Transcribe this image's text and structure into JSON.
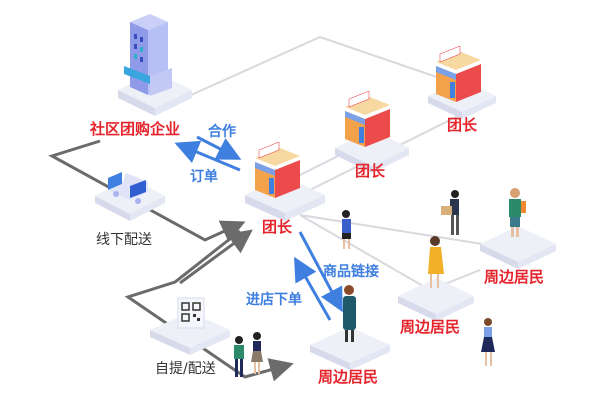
{
  "colors": {
    "red_label": "#e5242c",
    "blue_label": "#3f7fe0",
    "gray_line": "#6b6b6b",
    "light_line": "#d8d8de",
    "platform": "#eef0f8",
    "platform_side": "#d7daeb",
    "store_red": "#ec4b4b",
    "store_roof": "#f7d8a0",
    "building": "#a9b3f0"
  },
  "nodes": {
    "enterprise": {
      "label": "社区团购企业",
      "icon": "office-building-icon"
    },
    "leader_main": {
      "label": "团长",
      "icon": "store-icon"
    },
    "leader_mid": {
      "label": "团长",
      "icon": "store-icon"
    },
    "leader_top": {
      "label": "团长",
      "icon": "store-icon"
    },
    "offline_delivery": {
      "label": "线下配送",
      "icon": "delivery-truck-icon"
    },
    "pickup_delivery": {
      "label": "自提/配送",
      "icon": "qr-code-icon"
    },
    "resident_bottom": {
      "label": "周边居民",
      "icon": "person-icon"
    },
    "resident_mid": {
      "label": "周边居民",
      "icon": "person-icon"
    },
    "resident_right": {
      "label": "周边居民",
      "icon": "person-icon"
    }
  },
  "edges": {
    "cooperate": "合作",
    "order": "订单",
    "product_link": "商品链接",
    "store_order": "进店下单"
  }
}
